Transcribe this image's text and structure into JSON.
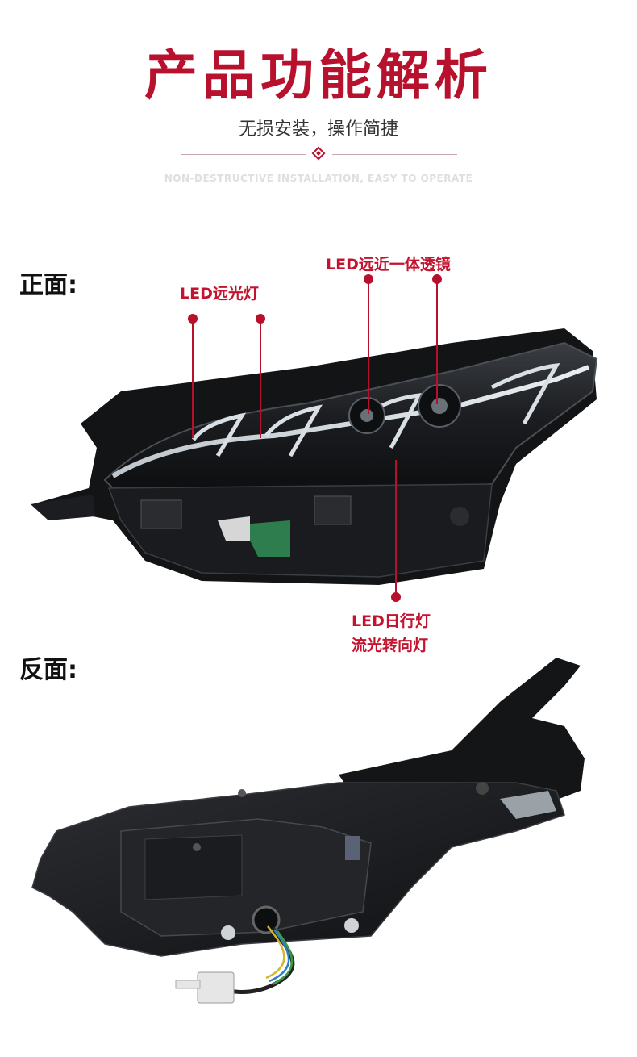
{
  "header": {
    "title": "产品功能解析",
    "subtitle": "无损安装，操作简捷",
    "subtitle_en": "NON-DESTRUCTIVE INSTALLATION, EASY TO OPERATE"
  },
  "front": {
    "label": "正面:",
    "callouts": {
      "high_beam": "LED远光灯",
      "lens": "LED远近一体透镜",
      "drl_line1": "LED日行灯",
      "drl_line2": "流光转向灯"
    }
  },
  "back": {
    "label": "反面:"
  },
  "colors": {
    "accent": "#b8112d",
    "text": "#333333",
    "housing": "#151618"
  }
}
